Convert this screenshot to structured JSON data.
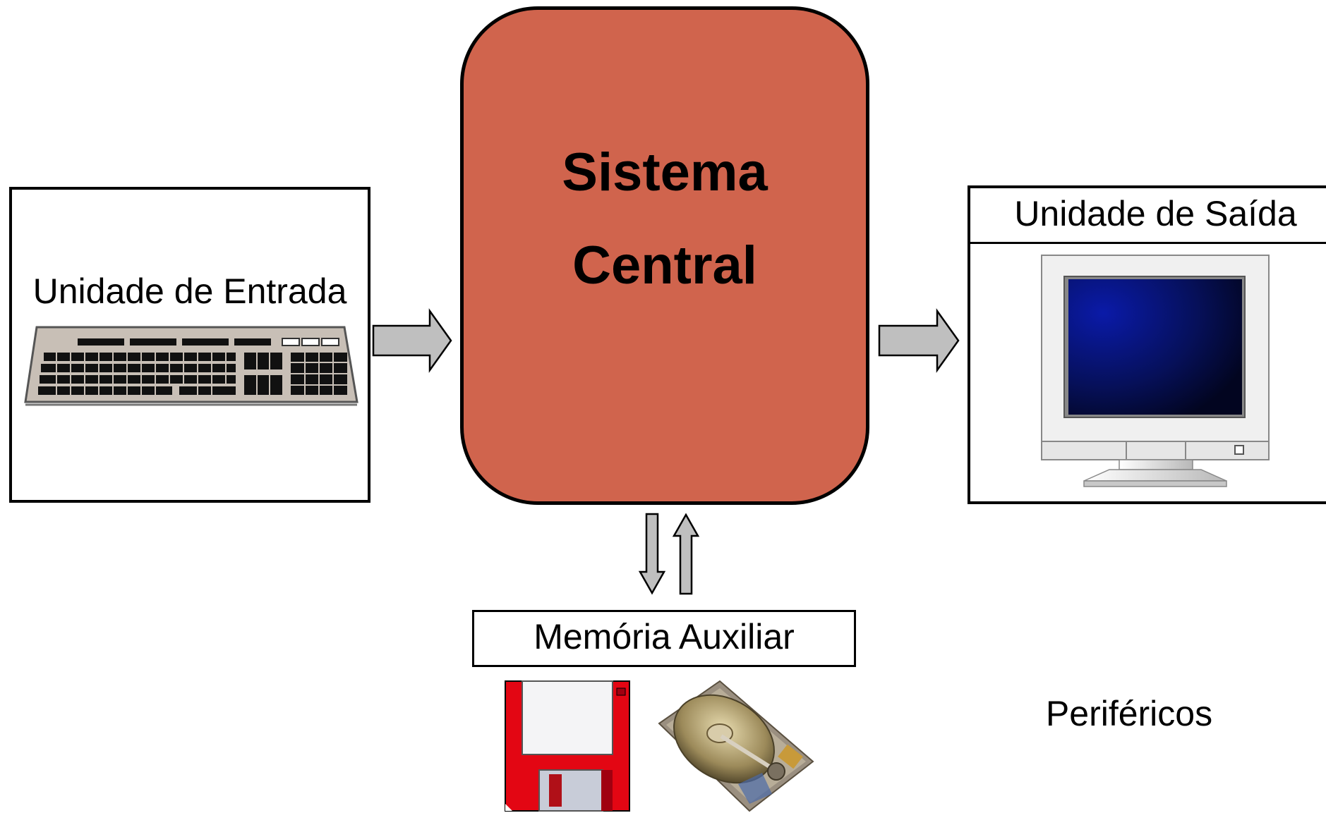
{
  "diagram": {
    "central": {
      "line1": "Sistema",
      "line2": "Central",
      "color": "#d0644d"
    },
    "input": {
      "label": "Unidade de Entrada"
    },
    "output": {
      "label": "Unidade de Saída"
    },
    "memory": {
      "label": "Memória Auxiliar"
    },
    "peripherals": {
      "label": "Periféricos"
    },
    "arrow_color": "#bfbfbf",
    "icons": [
      "keyboard-icon",
      "monitor-icon",
      "floppy-disk-icon",
      "hard-drive-icon"
    ]
  }
}
